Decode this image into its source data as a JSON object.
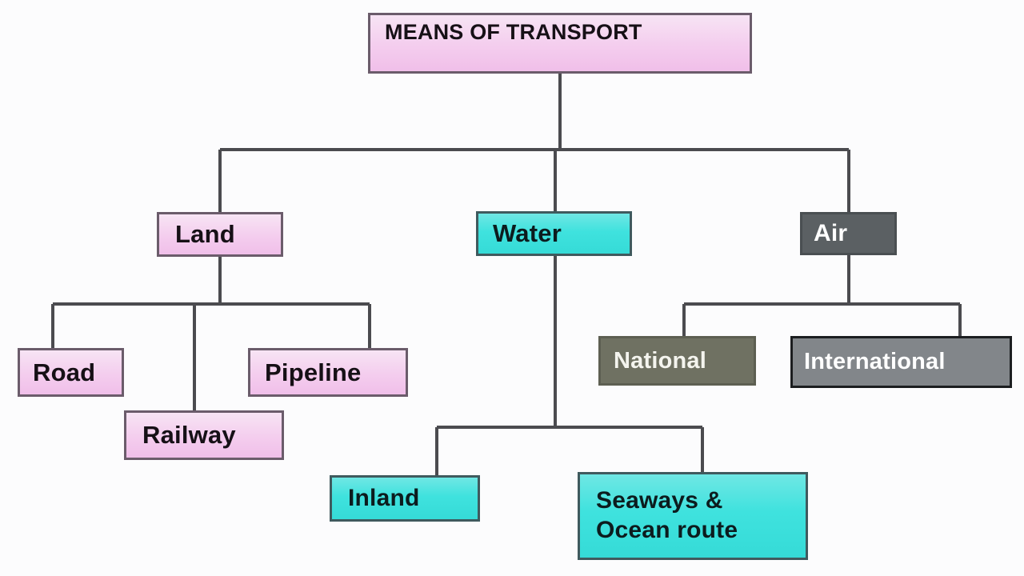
{
  "diagram": {
    "title": "MEANS OF TRANSPORT",
    "background_color": "#fcfcfd",
    "connector_color": "#4b4b4f",
    "nodes": {
      "root": {
        "label": "MEANS OF TRANSPORT",
        "fill": "#f2c8ec",
        "border": "#6b5c6b",
        "text_color": "#161016"
      },
      "land": {
        "label": "Land",
        "fill": "#f3cdee",
        "border": "#6b5c6b",
        "text_color": "#161016"
      },
      "water": {
        "label": "Water",
        "fill": "#3fe2de",
        "border": "#3f5a5e",
        "text_color": "#0c1c1e"
      },
      "air": {
        "label": "Air",
        "fill": "#5b6063",
        "border": "#4a4f52",
        "text_color": "#ffffff"
      },
      "road": {
        "label": "Road",
        "fill": "#f3cdee",
        "border": "#6b5c6b",
        "text_color": "#161016"
      },
      "railway": {
        "label": "Railway",
        "fill": "#f3cdee",
        "border": "#6b5c6b",
        "text_color": "#161016"
      },
      "pipeline": {
        "label": "Pipeline",
        "fill": "#f3cdee",
        "border": "#6b5c6b",
        "text_color": "#161016"
      },
      "inland": {
        "label": "Inland",
        "fill": "#3fe2de",
        "border": "#3f5a5e",
        "text_color": "#0c1c1e"
      },
      "seaways": {
        "label": "Seaways &\nOcean route",
        "fill": "#3fe2de",
        "border": "#3f5a5e",
        "text_color": "#0c1c1e"
      },
      "national": {
        "label": "National",
        "fill": "#6f7162",
        "border": "#5d5f52",
        "text_color": "#f4f4ee"
      },
      "international": {
        "label": "International",
        "fill": "#82868a",
        "border": "#1c1e20",
        "text_color": "#ffffff"
      }
    },
    "hierarchy": {
      "root": "MEANS OF TRANSPORT",
      "children": [
        {
          "name": "Land",
          "children": [
            "Road",
            "Railway",
            "Pipeline"
          ]
        },
        {
          "name": "Water",
          "children": [
            "Inland",
            "Seaways & Ocean route"
          ]
        },
        {
          "name": "Air",
          "children": [
            "National",
            "International"
          ]
        }
      ]
    }
  }
}
